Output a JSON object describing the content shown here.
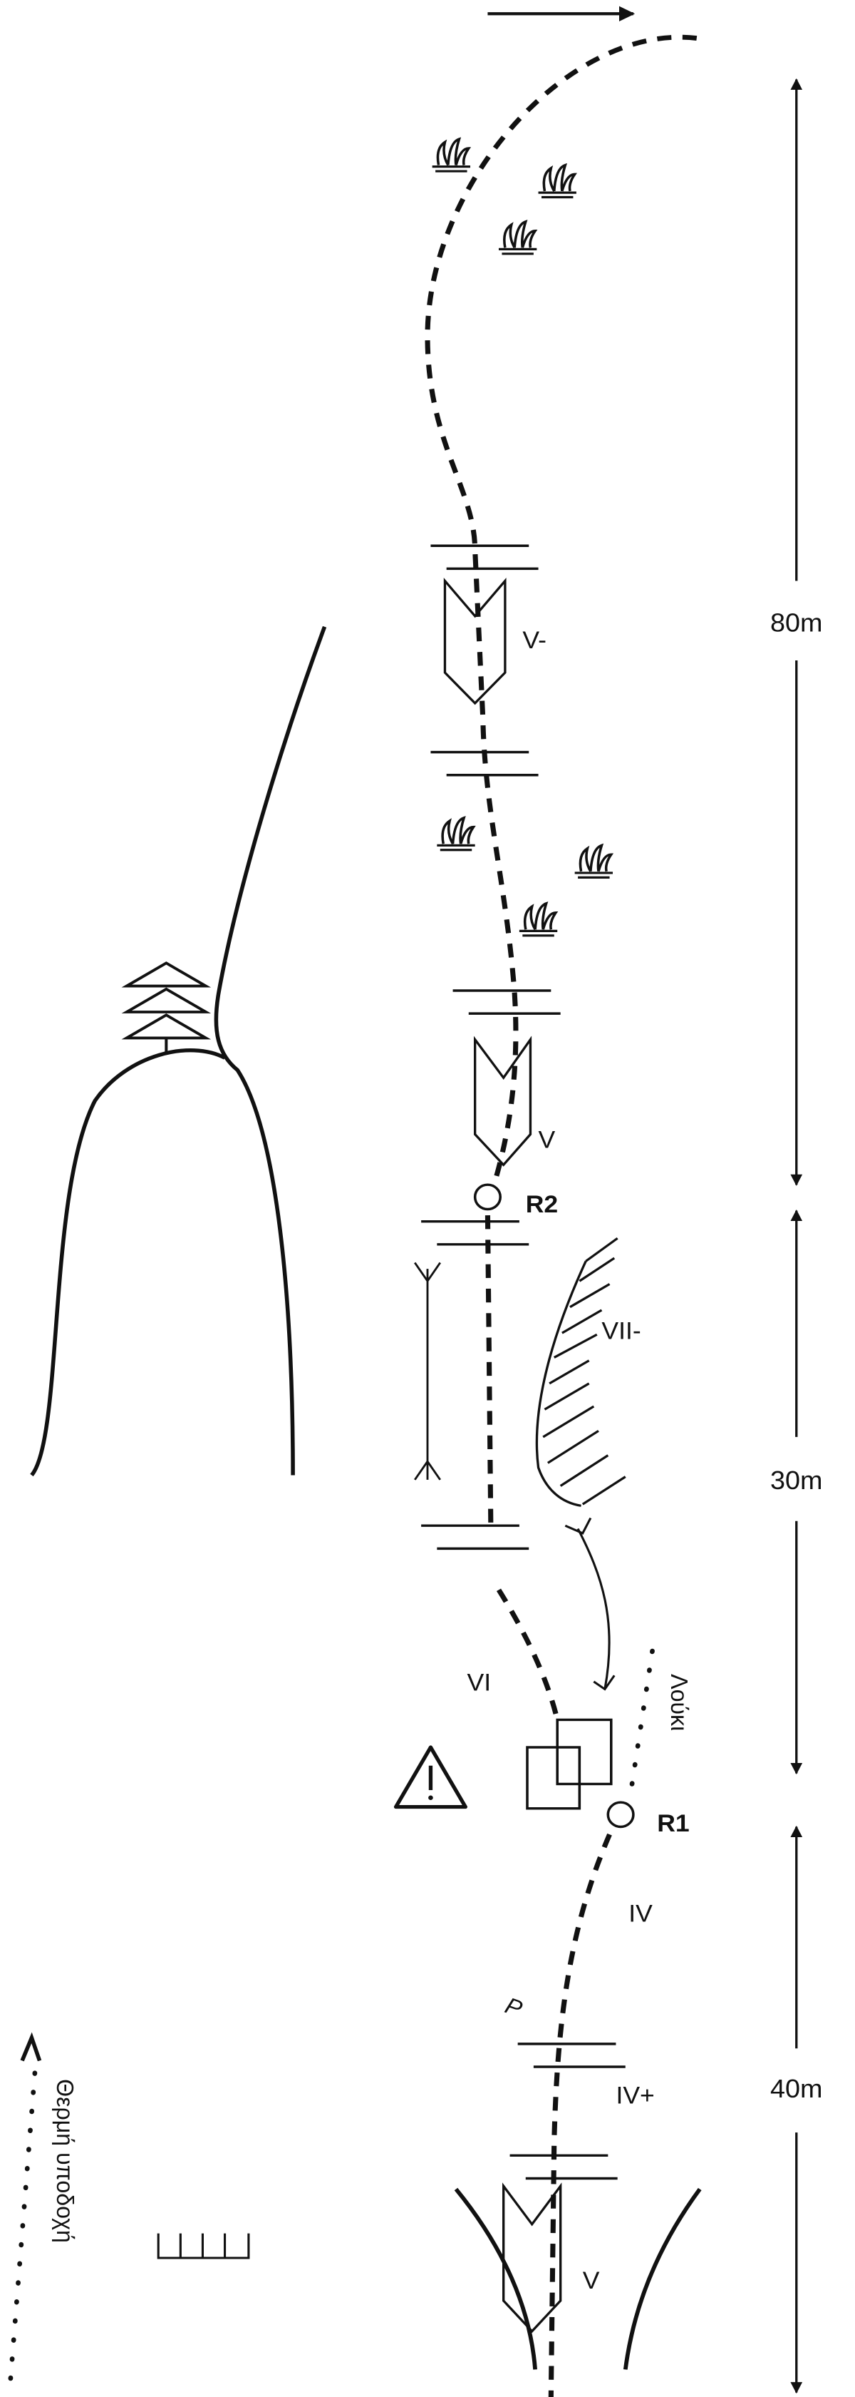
{
  "topo": {
    "pitches": [
      {
        "length": "80m",
        "grades": [
          "V-",
          "V"
        ]
      },
      {
        "length": "30m",
        "grades": [
          "VII-",
          "VI"
        ]
      },
      {
        "length": "40m",
        "grades": [
          "IV",
          "IV+",
          "V"
        ]
      }
    ],
    "labels": {
      "grade_v_minus": "V-",
      "grade_v_upper": "V",
      "belay_r2": "R2",
      "grade_vii_minus": "VII-",
      "grade_vi": "VI",
      "gully": "Λούκι",
      "belay_r1": "R1",
      "grade_iv": "IV",
      "peg": "P",
      "grade_iv_plus": "IV+",
      "grade_v_lower": "V",
      "approach": "Θερμή υποδοχή"
    },
    "icons": [
      "arrow-right-icon",
      "grass-icon",
      "dihedral-icon",
      "tree-icon",
      "belay-ring-icon",
      "warning-icon",
      "block-icon",
      "overhang-icon",
      "abseil-icon",
      "dimension-arrow-icon",
      "ledge-icon"
    ],
    "colors": {
      "ink": "#111111",
      "background": "#ffffff"
    }
  }
}
